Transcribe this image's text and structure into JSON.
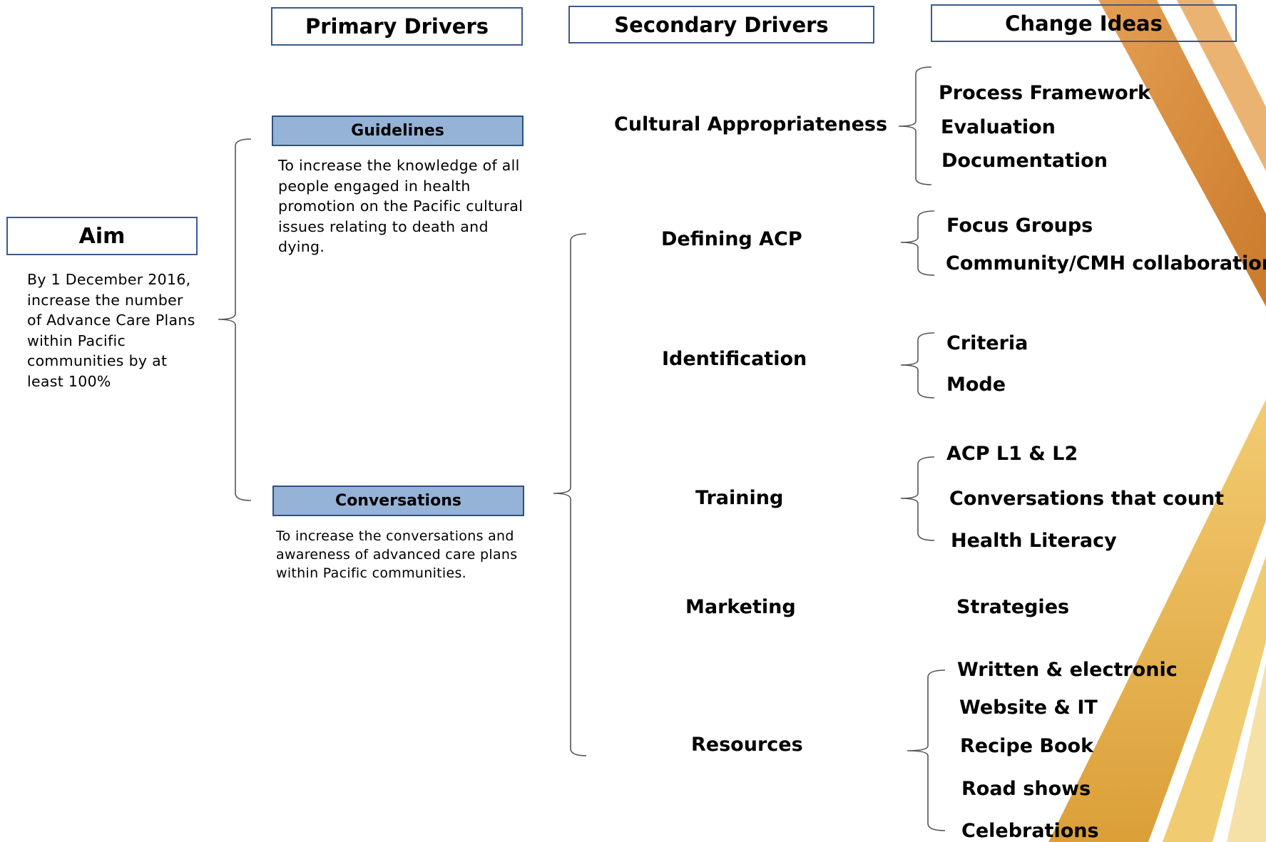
{
  "headers": {
    "primary": "Primary Drivers",
    "secondary": "Secondary Drivers",
    "change": "Change Ideas"
  },
  "aim": {
    "label": "Aim",
    "description": "By 1 December 2016, increase the number of Advance Care Plans within Pacific communities by at least 100%"
  },
  "primary_drivers": [
    {
      "label": "Guidelines",
      "description": "To increase the knowledge of all people engaged in health promotion on the Pacific cultural issues relating to death and dying."
    },
    {
      "label": "Conversations",
      "description": "To increase the conversations and awareness of advanced care plans within Pacific communities."
    }
  ],
  "secondary_drivers": [
    {
      "label": "Cultural Appropriateness",
      "ideas": [
        "Process Framework",
        "Evaluation",
        "Documentation"
      ]
    },
    {
      "label": "Defining ACP",
      "ideas": [
        "Focus Groups",
        "Community/CMH collaborations"
      ]
    },
    {
      "label": "Identification",
      "ideas": [
        "Criteria",
        "Mode"
      ]
    },
    {
      "label": "Training",
      "ideas": [
        "ACP L1 & L2",
        "Conversations that count",
        "Health Literacy"
      ]
    },
    {
      "label": "Marketing",
      "ideas": [
        "Strategies"
      ]
    },
    {
      "label": "Resources",
      "ideas": [
        "Written & electronic",
        "Website & IT",
        "Recipe Book",
        "Road shows",
        "Celebrations"
      ]
    }
  ],
  "colors": {
    "box_fill": "#95b3d7",
    "box_border": "#2f4f7f",
    "stripe_orange": "#d9822b",
    "stripe_gold": "#e8b84a"
  }
}
